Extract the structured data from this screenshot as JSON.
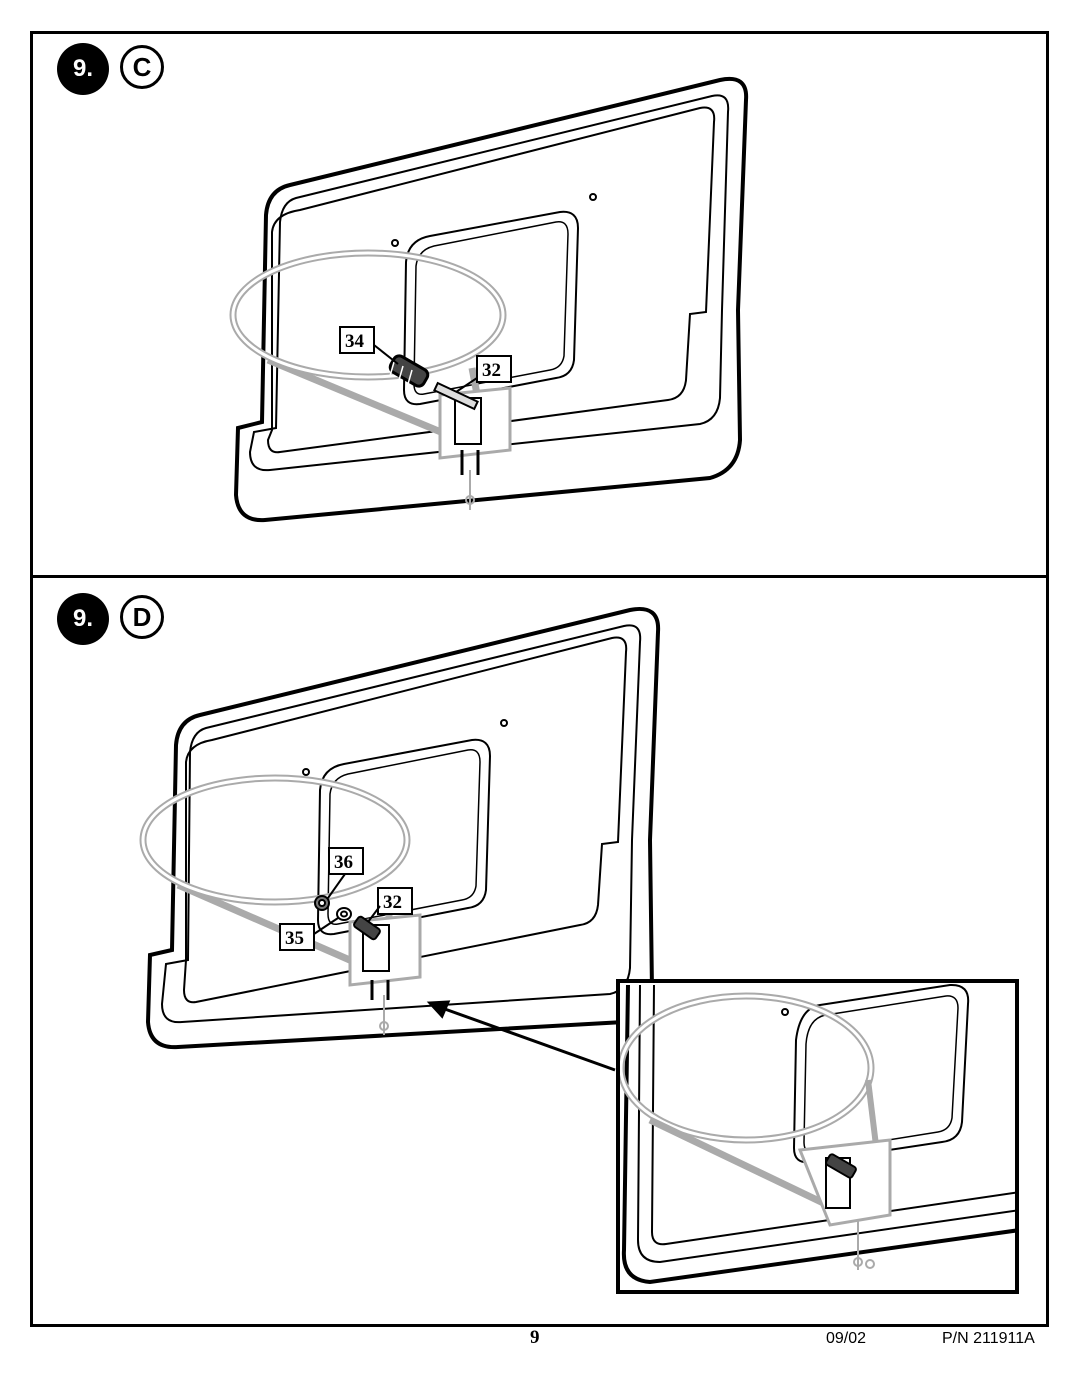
{
  "steps": {
    "c": {
      "number": "9.",
      "letter": "C",
      "callouts": [
        "34",
        "32"
      ]
    },
    "d": {
      "number": "9.",
      "letter": "D",
      "callouts": [
        "36",
        "32",
        "35"
      ]
    }
  },
  "footer": {
    "page": "9",
    "date": "09/02",
    "part_number": "P/N 211911A"
  }
}
